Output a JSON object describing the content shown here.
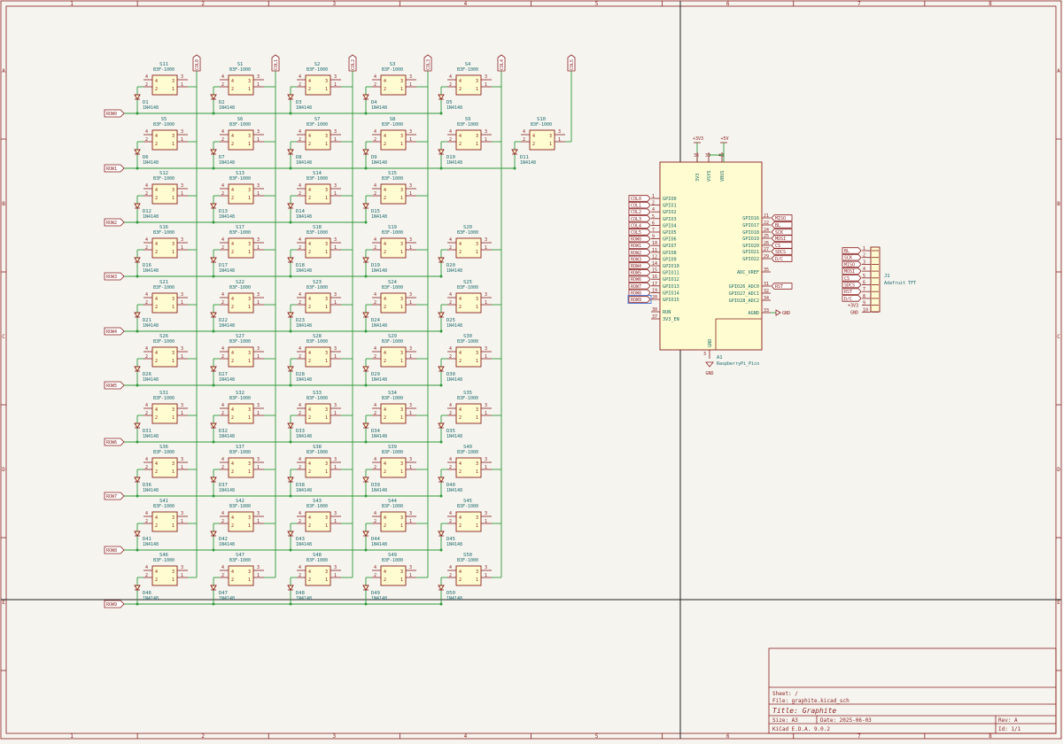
{
  "zones": {
    "cols": [
      "1",
      "2",
      "3",
      "4",
      "5",
      "6",
      "7",
      "8"
    ],
    "rows": [
      "A",
      "B",
      "C",
      "D",
      "E"
    ]
  },
  "matrix": {
    "part_value": "B3F-1000",
    "diode_value": "1N4148",
    "rows": [
      {
        "label": "ROW0",
        "cells": [
          {
            "s": "S11",
            "d": "D1"
          },
          {
            "s": "S1",
            "d": "D2"
          },
          {
            "s": "S2",
            "d": "D3"
          },
          {
            "s": "S3",
            "d": "D4"
          },
          {
            "s": "S4",
            "d": "D5"
          }
        ]
      },
      {
        "label": "ROW1",
        "cells": [
          {
            "s": "S5",
            "d": "D6"
          },
          {
            "s": "S6",
            "d": "D7"
          },
          {
            "s": "S7",
            "d": "D8"
          },
          {
            "s": "S8",
            "d": "D9"
          },
          {
            "s": "S9",
            "d": "D10"
          },
          {
            "s": "S10",
            "d": "D11"
          }
        ]
      },
      {
        "label": "ROW2",
        "cells": [
          {
            "s": "S12",
            "d": "D12"
          },
          {
            "s": "S13",
            "d": "D13"
          },
          {
            "s": "S14",
            "d": "D14"
          },
          {
            "s": "S15",
            "d": "D15"
          }
        ]
      },
      {
        "label": "ROW3",
        "cells": [
          {
            "s": "S16",
            "d": "D16"
          },
          {
            "s": "S17",
            "d": "D17"
          },
          {
            "s": "S18",
            "d": "D18"
          },
          {
            "s": "S19",
            "d": "D19"
          },
          {
            "s": "S20",
            "d": "D20"
          }
        ]
      },
      {
        "label": "ROW4",
        "cells": [
          {
            "s": "S21",
            "d": "D21"
          },
          {
            "s": "S22",
            "d": "D22"
          },
          {
            "s": "S23",
            "d": "D23"
          },
          {
            "s": "S24",
            "d": "D24"
          },
          {
            "s": "S25",
            "d": "D25"
          }
        ]
      },
      {
        "label": "ROW5",
        "cells": [
          {
            "s": "S26",
            "d": "D26"
          },
          {
            "s": "S27",
            "d": "D27"
          },
          {
            "s": "S28",
            "d": "D28"
          },
          {
            "s": "S29",
            "d": "D29"
          },
          {
            "s": "S30",
            "d": "D30"
          }
        ]
      },
      {
        "label": "ROW6",
        "cells": [
          {
            "s": "S31",
            "d": "D31"
          },
          {
            "s": "S32",
            "d": "D32"
          },
          {
            "s": "S33",
            "d": "D33"
          },
          {
            "s": "S34",
            "d": "D34"
          },
          {
            "s": "S35",
            "d": "D35"
          }
        ]
      },
      {
        "label": "ROW7",
        "cells": [
          {
            "s": "S36",
            "d": "D36"
          },
          {
            "s": "S37",
            "d": "D37"
          },
          {
            "s": "S38",
            "d": "D38"
          },
          {
            "s": "S39",
            "d": "D39"
          },
          {
            "s": "S40",
            "d": "D40"
          }
        ]
      },
      {
        "label": "ROW8",
        "cells": [
          {
            "s": "S41",
            "d": "D41"
          },
          {
            "s": "S42",
            "d": "D42"
          },
          {
            "s": "S43",
            "d": "D43"
          },
          {
            "s": "S44",
            "d": "D44"
          },
          {
            "s": "S45",
            "d": "D45"
          }
        ]
      },
      {
        "label": "ROW9",
        "cells": [
          {
            "s": "S46",
            "d": "D46"
          },
          {
            "s": "S47",
            "d": "D47"
          },
          {
            "s": "S48",
            "d": "D48"
          },
          {
            "s": "S49",
            "d": "D49"
          },
          {
            "s": "S50",
            "d": "D50"
          }
        ]
      }
    ],
    "cols": [
      "COL0",
      "COL1",
      "COL2",
      "COL3",
      "COL4",
      "COL5"
    ]
  },
  "pico": {
    "ref": "A1",
    "value": "RaspberryPi_Pico",
    "power": {
      "v3": "+3V3",
      "v5": "+5V",
      "gnd": "GND"
    },
    "top_pins": [
      {
        "num": "36",
        "name": "3V3"
      },
      {
        "num": "39",
        "name": "VSYS"
      },
      {
        "num": "40",
        "name": "VBUS"
      }
    ],
    "left_pins": [
      {
        "num": "1",
        "name": "GPIO0",
        "net": "COL0"
      },
      {
        "num": "2",
        "name": "GPIO1",
        "net": "COL1"
      },
      {
        "num": "4",
        "name": "GPIO2",
        "net": "COL2"
      },
      {
        "num": "5",
        "name": "GPIO3",
        "net": "COL3"
      },
      {
        "num": "6",
        "name": "GPIO4",
        "net": "COL4"
      },
      {
        "num": "7",
        "name": "GPIO5",
        "net": "COL5"
      },
      {
        "num": "9",
        "name": "GPIO6",
        "net": "ROW0"
      },
      {
        "num": "10",
        "name": "GPIO7",
        "net": "ROW1"
      },
      {
        "num": "11",
        "name": "GPIO8",
        "net": "ROW2"
      },
      {
        "num": "12",
        "name": "GPIO9",
        "net": "ROW3"
      },
      {
        "num": "14",
        "name": "GPIO10",
        "net": "ROW4"
      },
      {
        "num": "15",
        "name": "GPIO11",
        "net": "ROW5"
      },
      {
        "num": "16",
        "name": "GPIO12",
        "net": "ROW6"
      },
      {
        "num": "17",
        "name": "GPIO13",
        "net": "ROW7"
      },
      {
        "num": "19",
        "name": "GPIO14",
        "net": "ROW8"
      },
      {
        "num": "20",
        "name": "GPIO15",
        "net": "ROW9"
      }
    ],
    "run_pins": [
      {
        "num": "30",
        "name": "RUN"
      },
      {
        "num": "37",
        "name": "3V3_EN"
      }
    ],
    "right_pins": [
      {
        "num": "21",
        "name": "GPIO16",
        "net": "MISO"
      },
      {
        "num": "22",
        "name": "GPIO17",
        "net": "BL"
      },
      {
        "num": "24",
        "name": "GPIO18",
        "net": "SCK"
      },
      {
        "num": "25",
        "name": "GPIO19",
        "net": "MOSI"
      },
      {
        "num": "26",
        "name": "GPIO20",
        "net": "CS"
      },
      {
        "num": "27",
        "name": "GPIO21",
        "net": "SDCS"
      },
      {
        "num": "29",
        "name": "GPIO22",
        "net": "D/C"
      },
      {
        "num": "35",
        "name": "ADC_VREF",
        "net": ""
      },
      {
        "num": "31",
        "name": "GPIO26_ADC0",
        "net": "RST"
      },
      {
        "num": "32",
        "name": "GPIO27_ADC1",
        "net": ""
      },
      {
        "num": "34",
        "name": "GPIO28_ADC2",
        "net": ""
      },
      {
        "num": "33",
        "name": "AGND",
        "net": "GND"
      }
    ],
    "bottom_pin": {
      "num": "3",
      "name": "GND"
    }
  },
  "connector": {
    "ref": "J1",
    "value": "Adafruit TFT",
    "pins": [
      {
        "num": "1",
        "net": "BL"
      },
      {
        "num": "2",
        "net": "SCK"
      },
      {
        "num": "3",
        "net": "MISO"
      },
      {
        "num": "4",
        "net": "MOSI"
      },
      {
        "num": "5",
        "net": "CS"
      },
      {
        "num": "6",
        "net": "SDCS"
      },
      {
        "num": "7",
        "net": "RST"
      },
      {
        "num": "8",
        "net": "D/C"
      },
      {
        "num": "9",
        "net": "+3V3"
      },
      {
        "num": "10",
        "net": "GND"
      }
    ]
  },
  "title_block": {
    "sheet": "Sheet: /",
    "file": "File: graphite.kicad_sch",
    "title": "Title: Graphite",
    "size": "Size: A3",
    "date": "Date: 2025-06-03",
    "rev": "Rev: A",
    "tool": "KiCad E.D.A. 9.0.2",
    "id": "Id: 1/1"
  }
}
